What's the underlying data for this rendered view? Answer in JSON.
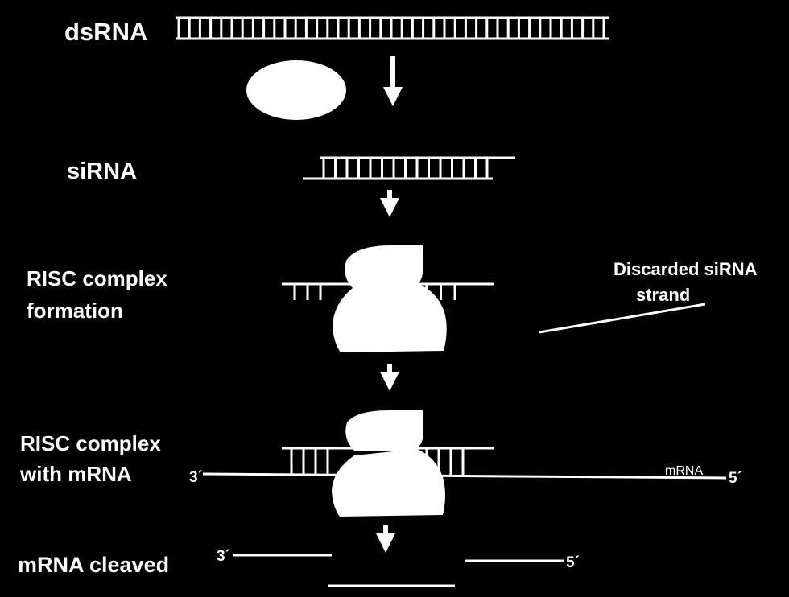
{
  "labels": {
    "dsrna": "dsRNA",
    "sirna": "siRNA",
    "risc_formation_1": "RISC complex",
    "risc_formation_2": "formation",
    "risc_mrna_1": "RISC complex",
    "risc_mrna_2": "with mRNA",
    "cleaved": "mRNA cleaved",
    "discarded_1": "Discarded siRNA",
    "discarded_2": "strand",
    "mrna_tag": "mRNA",
    "three_prime": "3´",
    "five_prime": "5´"
  },
  "colors": {
    "background": "#000000",
    "foreground": "#ffffff"
  }
}
